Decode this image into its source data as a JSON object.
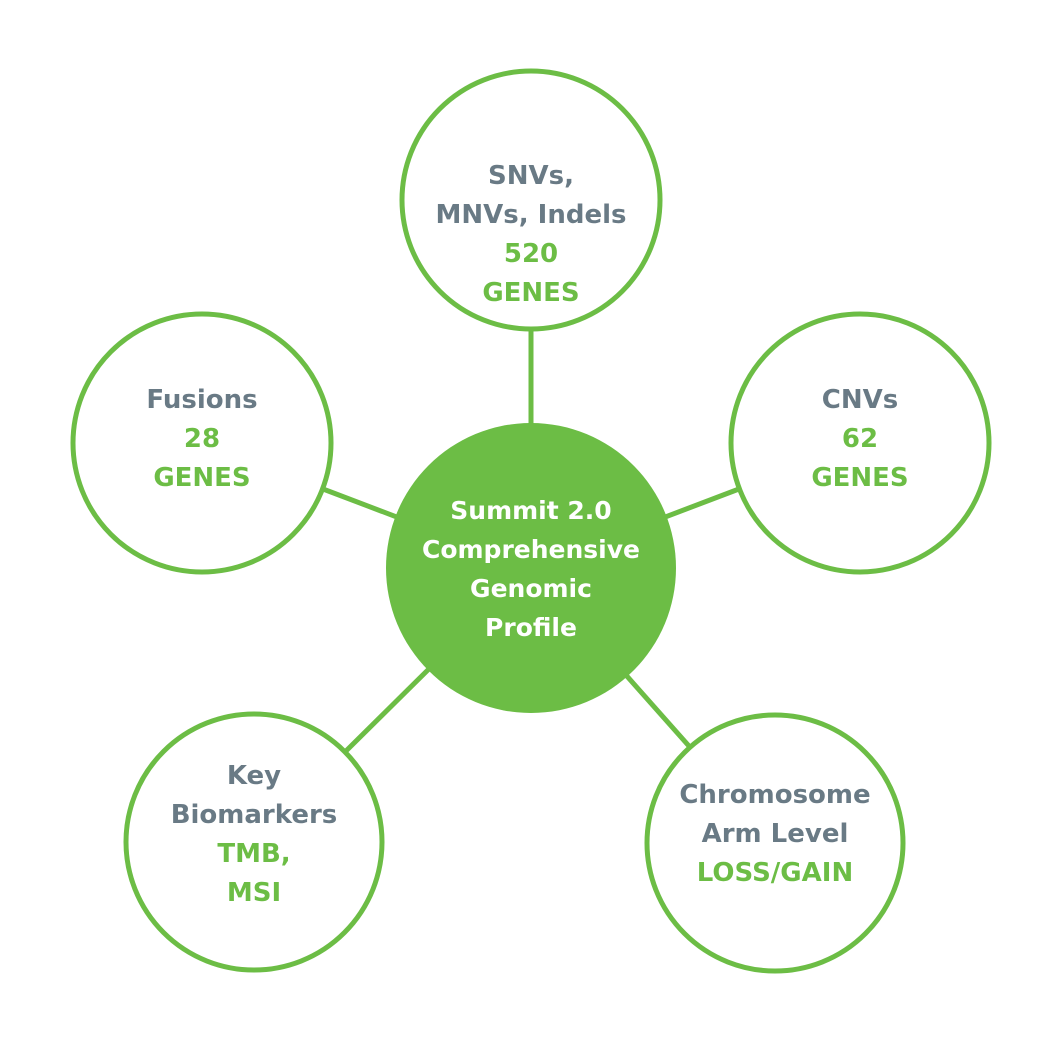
{
  "colors": {
    "green": "#6cbd45",
    "slate": "#697a85",
    "center_text": "#ffffff",
    "background": "#ffffff"
  },
  "center": {
    "lines": [
      "Summit 2.0",
      "Comprehensive",
      "Genomic",
      "Profile"
    ]
  },
  "nodes": [
    {
      "id": "snvs",
      "title_lines": [
        "SNVs,",
        "MNVs, Indels"
      ],
      "value_lines": [
        "520",
        "GENES"
      ]
    },
    {
      "id": "fusions",
      "title_lines": [
        "Fusions"
      ],
      "value_lines": [
        "28",
        "GENES"
      ]
    },
    {
      "id": "cnvs",
      "title_lines": [
        "CNVs"
      ],
      "value_lines": [
        "62",
        "GENES"
      ]
    },
    {
      "id": "key-biomarkers",
      "title_lines": [
        "Key",
        "Biomarkers"
      ],
      "value_lines": [
        "TMB,",
        "MSI"
      ]
    },
    {
      "id": "chromosome-arm",
      "title_lines": [
        "Chromosome",
        "Arm Level"
      ],
      "value_lines": [
        "LOSS/GAIN"
      ]
    }
  ]
}
